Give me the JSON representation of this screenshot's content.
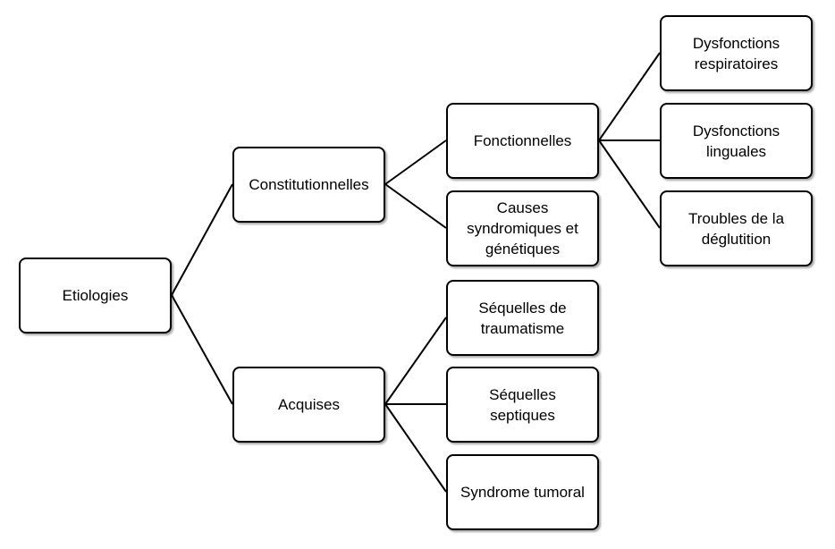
{
  "nodes": {
    "etiologies": "Etiologies",
    "constitutionnelles": "Constitutionnelles",
    "acquises": "Acquises",
    "fonctionnelles": "Fonctionnelles",
    "causes_syndromiques": "Causes\nsyndromiques et\ngénétiques",
    "sequelles_traumatisme": "Séquelles de\ntraumatisme",
    "sequelles_septiques": "Séquelles\nseptiques",
    "syndrome_tumoral": "Syndrome tumoral",
    "dysfonctions_respiratoires": "Dysfonctions\nrespiratoires",
    "dysfonctions_linguales": "Dysfonctions\nlinguales",
    "troubles_deglutition": "Troubles de la\ndéglutition"
  },
  "edges": [
    [
      "etiologies",
      "constitutionnelles"
    ],
    [
      "etiologies",
      "acquises"
    ],
    [
      "constitutionnelles",
      "fonctionnelles"
    ],
    [
      "constitutionnelles",
      "causes_syndromiques"
    ],
    [
      "acquises",
      "sequelles_traumatisme"
    ],
    [
      "acquises",
      "sequelles_septiques"
    ],
    [
      "acquises",
      "syndrome_tumoral"
    ],
    [
      "fonctionnelles",
      "dysfonctions_respiratoires"
    ],
    [
      "fonctionnelles",
      "dysfonctions_linguales"
    ],
    [
      "fonctionnelles",
      "troubles_deglutition"
    ]
  ]
}
